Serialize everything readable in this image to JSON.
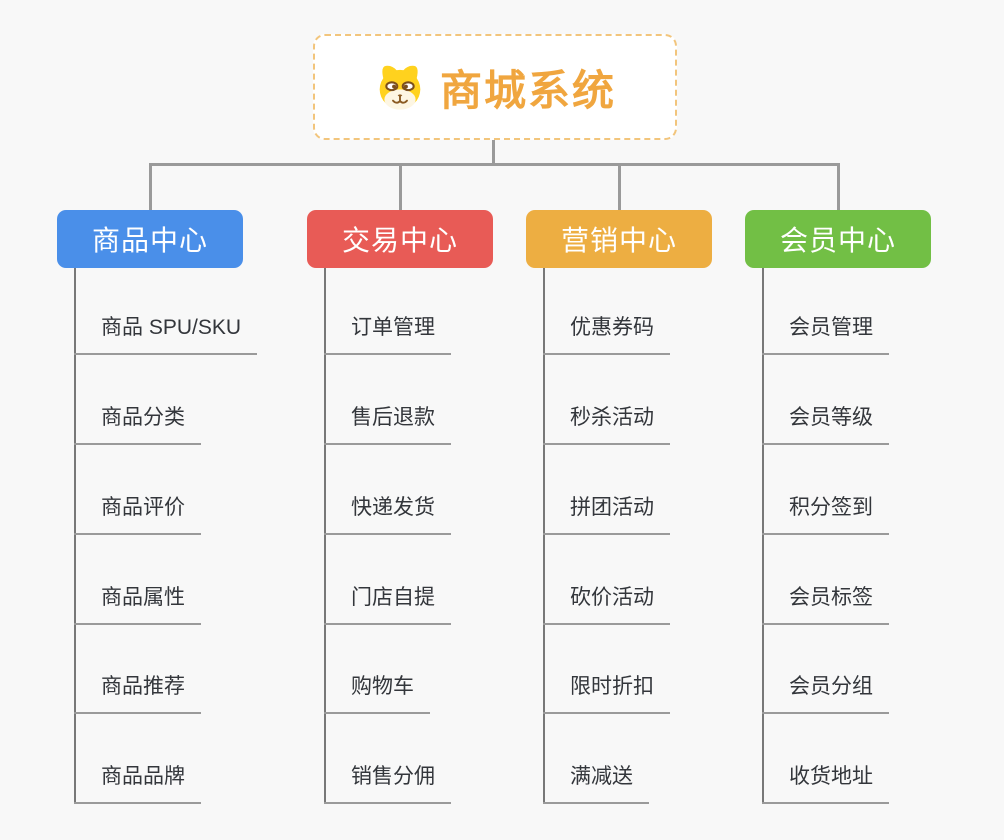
{
  "app": {
    "background_color": "#f8f8f8",
    "connector_color": "#9a9a9a"
  },
  "root": {
    "label": "商城系统",
    "icon": "dog-face-icon",
    "text_color": "#f0a63f",
    "border_color": "#f2c57c",
    "background": "#ffffff"
  },
  "branches": [
    {
      "label": "商品中心",
      "color": "#4a8fe9",
      "children": [
        "商品 SPU/SKU",
        "商品分类",
        "商品评价",
        "商品属性",
        "商品推荐",
        "商品品牌"
      ]
    },
    {
      "label": "交易中心",
      "color": "#e85b56",
      "children": [
        "订单管理",
        "售后退款",
        "快递发货",
        "门店自提",
        "购物车",
        "销售分佣"
      ]
    },
    {
      "label": "营销中心",
      "color": "#edae42",
      "children": [
        "优惠券码",
        "秒杀活动",
        "拼团活动",
        "砍价活动",
        "限时折扣",
        "满减送"
      ]
    },
    {
      "label": "会员中心",
      "color": "#72bf45",
      "children": [
        "会员管理",
        "会员等级",
        "积分签到",
        "会员标签",
        "会员分组",
        "收货地址"
      ]
    }
  ]
}
